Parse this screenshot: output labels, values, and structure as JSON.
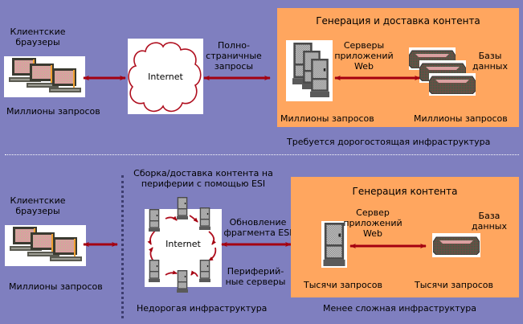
{
  "colors": {
    "background": "#7f7fbf",
    "box_fill": "#ffa65f",
    "arrow": "#a40010",
    "cloud_stroke": "#b01020"
  },
  "top": {
    "clients": {
      "title": "Клиентские браузеры",
      "title_line1": "Клиентские",
      "title_line2": "браузеры",
      "caption": "Миллионы запросов",
      "icon": "client-computers-icon"
    },
    "internet": {
      "label": "Internet",
      "icon": "cloud-icon"
    },
    "full_page_requests": {
      "line1": "Полно-",
      "line2": "страничные",
      "line3": "запросы"
    },
    "content_box": {
      "title": "Генерация и доставка контента",
      "app_servers": {
        "line1": "Серверы",
        "line2": "приложений",
        "line3": "Web",
        "caption": "Миллионы запросов",
        "icon": "server-towers-icon"
      },
      "databases": {
        "line1": "Базы",
        "line2": "данных",
        "caption": "Миллионы запросов",
        "icon": "database-stack-icon"
      }
    },
    "footer": "Требуется дорогостоящая инфраструктура"
  },
  "bottom": {
    "clients": {
      "line1": "Клиентские",
      "line2": "браузеры",
      "caption": "Миллионы запросов",
      "icon": "client-computers-icon"
    },
    "esi_assembly": {
      "line1": "Сборка/доставка контента на",
      "line2": "периферии с помощью ESI"
    },
    "internet": {
      "label": "Internet",
      "icon": "cloud-with-edge-servers-icon"
    },
    "fragment_update": {
      "line1": "Обновление",
      "line2": "фрагмента ESI"
    },
    "edge_servers": {
      "line1": "Периферий-",
      "line2": "ные серверы"
    },
    "edge_footer": "Недорогая инфраструктура",
    "content_box": {
      "title": "Генерация контента",
      "app_server": {
        "line1": "Сервер",
        "line2": "приложений",
        "line3": "Web",
        "caption": "Тысячи запросов",
        "icon": "server-tower-icon"
      },
      "database": {
        "line1": "База",
        "line2": "данных",
        "caption": "Тысячи запросов",
        "icon": "database-icon"
      }
    },
    "footer": "Менее сложная инфраструктура"
  }
}
